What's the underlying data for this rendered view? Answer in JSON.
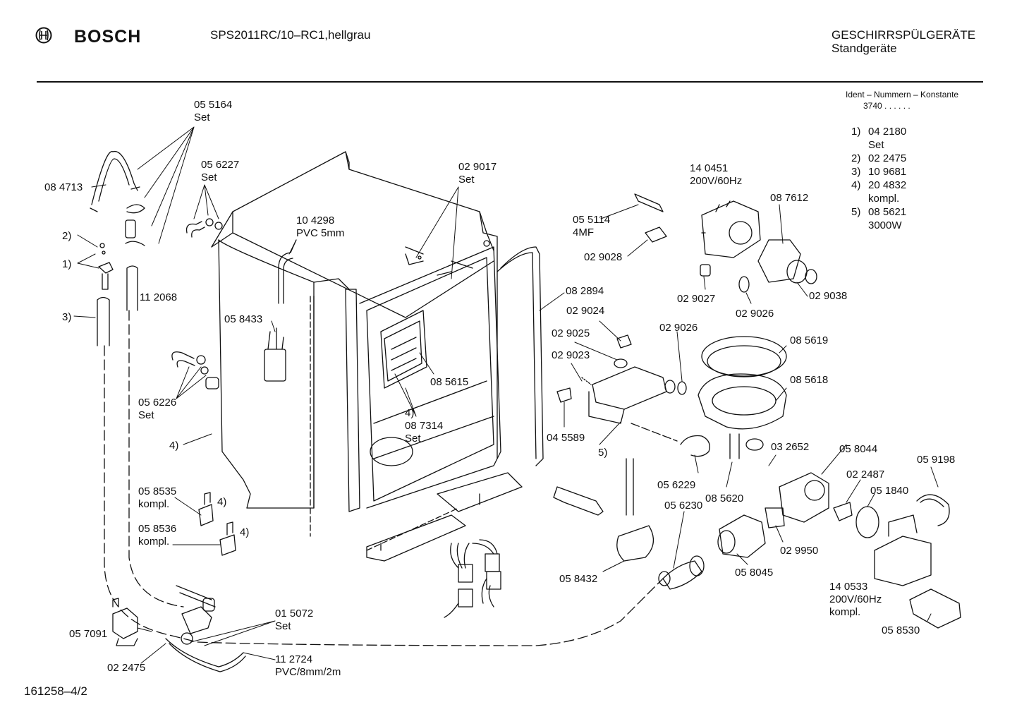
{
  "header": {
    "brand": "BOSCH",
    "model": "SPS2011RC/10–RC1,hellgrau",
    "category_line1": "GESCHIRRSPÜLGERÄTE",
    "category_line2": "Standgeräte",
    "logo_icon": "bosch-armature-icon"
  },
  "ident": {
    "title": "Ident – Nummern – Konstante",
    "code": "3740  .  .     .  .  .  .",
    "items": [
      {
        "n": "1)",
        "text": "04 2180"
      },
      {
        "n": "",
        "text": "Set"
      },
      {
        "n": "2)",
        "text": "02 2475"
      },
      {
        "n": "3)",
        "text": "10 9681"
      },
      {
        "n": "4)",
        "text": "20 4832"
      },
      {
        "n": "",
        "text": "kompl."
      },
      {
        "n": "5)",
        "text": "08 5621"
      },
      {
        "n": "",
        "text": "3000W"
      }
    ]
  },
  "labels": [
    {
      "id": "l1",
      "lines": [
        "05 5164",
        "Set"
      ]
    },
    {
      "id": "l2",
      "lines": [
        "05 6227",
        "Set"
      ]
    },
    {
      "id": "l3",
      "lines": [
        "08 4713"
      ]
    },
    {
      "id": "l4",
      "lines": [
        "2)"
      ]
    },
    {
      "id": "l5",
      "lines": [
        "1)"
      ]
    },
    {
      "id": "l6",
      "lines": [
        "3)"
      ]
    },
    {
      "id": "l7",
      "lines": [
        "11 2068"
      ]
    },
    {
      "id": "l8",
      "lines": [
        "10 4298",
        "PVC 5mm"
      ]
    },
    {
      "id": "l9",
      "lines": [
        "05 8433"
      ]
    },
    {
      "id": "l10",
      "lines": [
        "05 6226",
        "Set"
      ]
    },
    {
      "id": "l11",
      "lines": [
        "4)"
      ]
    },
    {
      "id": "l12",
      "lines": [
        "05 8535",
        "kompl."
      ]
    },
    {
      "id": "l13",
      "lines": [
        "4)"
      ]
    },
    {
      "id": "l14",
      "lines": [
        "05 8536",
        "kompl."
      ]
    },
    {
      "id": "l15",
      "lines": [
        "4)"
      ]
    },
    {
      "id": "l16",
      "lines": [
        "02 9017",
        "Set"
      ]
    },
    {
      "id": "l17",
      "lines": [
        "08 2894"
      ]
    },
    {
      "id": "l18",
      "lines": [
        "08 5615"
      ]
    },
    {
      "id": "l19",
      "lines": [
        "4)",
        "08 7314",
        "Set"
      ]
    },
    {
      "id": "l20",
      "lines": [
        "05 5114",
        "4MF"
      ]
    },
    {
      "id": "l21",
      "lines": [
        "14 0451",
        "200V/60Hz"
      ]
    },
    {
      "id": "l22",
      "lines": [
        "08 7612"
      ]
    },
    {
      "id": "l23",
      "lines": [
        "02 9028"
      ]
    },
    {
      "id": "l24",
      "lines": [
        "02 9027"
      ]
    },
    {
      "id": "l25",
      "lines": [
        "02 9026"
      ]
    },
    {
      "id": "l26",
      "lines": [
        "02 9038"
      ]
    },
    {
      "id": "l27",
      "lines": [
        "02 9024"
      ]
    },
    {
      "id": "l28",
      "lines": [
        "02 9025"
      ]
    },
    {
      "id": "l29",
      "lines": [
        "02 9023"
      ]
    },
    {
      "id": "l30",
      "lines": [
        "02 9026"
      ]
    },
    {
      "id": "l31",
      "lines": [
        "08 5619"
      ]
    },
    {
      "id": "l32",
      "lines": [
        "08 5618"
      ]
    },
    {
      "id": "l33",
      "lines": [
        "04 5589"
      ]
    },
    {
      "id": "l34",
      "lines": [
        "5)"
      ]
    },
    {
      "id": "l35",
      "lines": [
        "05 6229"
      ]
    },
    {
      "id": "l36",
      "lines": [
        "08 5620"
      ]
    },
    {
      "id": "l37",
      "lines": [
        "03 2652"
      ]
    },
    {
      "id": "l38",
      "lines": [
        "05 8044"
      ]
    },
    {
      "id": "l39",
      "lines": [
        "02 2487"
      ]
    },
    {
      "id": "l40",
      "lines": [
        "05 1840"
      ]
    },
    {
      "id": "l41",
      "lines": [
        "05 9198"
      ]
    },
    {
      "id": "l42",
      "lines": [
        "05 6230"
      ]
    },
    {
      "id": "l43",
      "lines": [
        "02 9950"
      ]
    },
    {
      "id": "l44",
      "lines": [
        "05 8045"
      ]
    },
    {
      "id": "l45",
      "lines": [
        "05 8432"
      ]
    },
    {
      "id": "l46",
      "lines": [
        "14 0533",
        "200V/60Hz",
        "kompl."
      ]
    },
    {
      "id": "l47",
      "lines": [
        "05 8530"
      ]
    },
    {
      "id": "l48",
      "lines": [
        "01 5072",
        "Set"
      ]
    },
    {
      "id": "l49",
      "lines": [
        "05 7091"
      ]
    },
    {
      "id": "l50",
      "lines": [
        "02 2475"
      ]
    },
    {
      "id": "l51",
      "lines": [
        "11 2724",
        "PVC/8mm/2m"
      ]
    }
  ],
  "footer": {
    "drawing_number": "161258–4/2"
  }
}
